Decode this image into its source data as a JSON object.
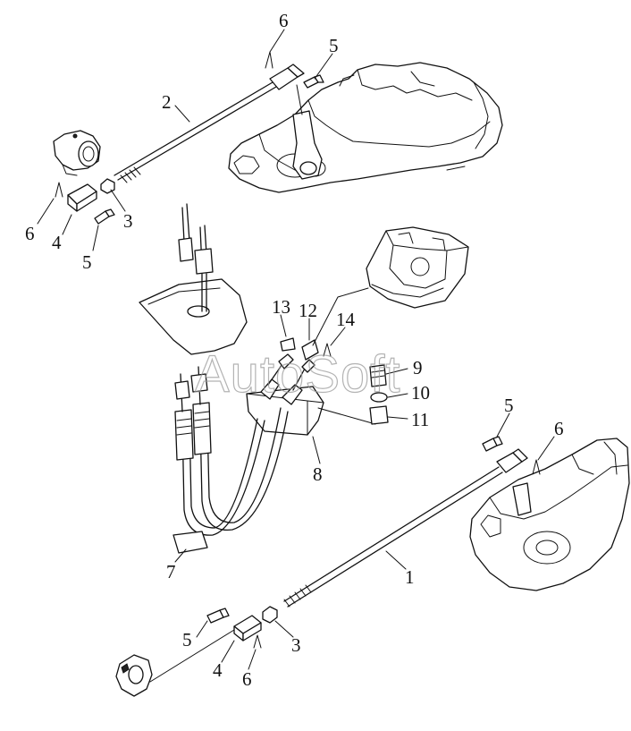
{
  "watermark": "AutoSoft",
  "callouts": [
    {
      "id": "c6a",
      "text": "6"
    },
    {
      "id": "c5a",
      "text": "5"
    },
    {
      "id": "c2",
      "text": "2"
    },
    {
      "id": "c6b",
      "text": "6"
    },
    {
      "id": "c4a",
      "text": "4"
    },
    {
      "id": "c3a",
      "text": "3"
    },
    {
      "id": "c5b",
      "text": "5"
    },
    {
      "id": "c13",
      "text": "13"
    },
    {
      "id": "c12",
      "text": "12"
    },
    {
      "id": "c14",
      "text": "14"
    },
    {
      "id": "c9",
      "text": "9"
    },
    {
      "id": "c10",
      "text": "10"
    },
    {
      "id": "c11",
      "text": "11"
    },
    {
      "id": "c8",
      "text": "8"
    },
    {
      "id": "c5c",
      "text": "5"
    },
    {
      "id": "c6c",
      "text": "6"
    },
    {
      "id": "c1",
      "text": "1"
    },
    {
      "id": "c7",
      "text": "7"
    },
    {
      "id": "c5d",
      "text": "5"
    },
    {
      "id": "c3b",
      "text": "3"
    },
    {
      "id": "c4b",
      "text": "4"
    },
    {
      "id": "c6d",
      "text": "6"
    }
  ]
}
